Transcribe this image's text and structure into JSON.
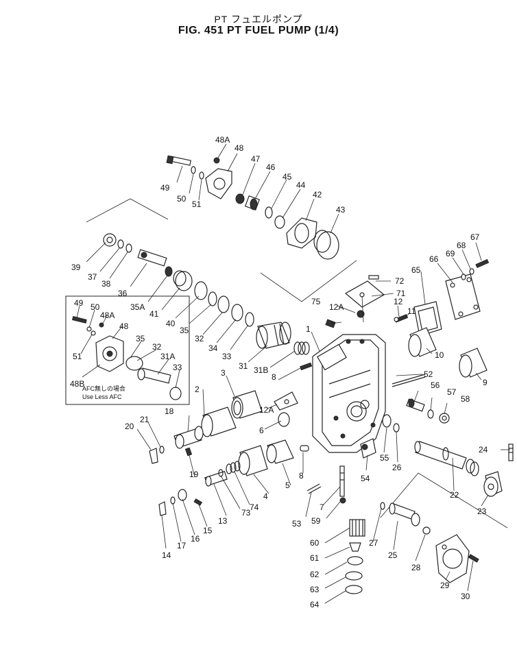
{
  "title": {
    "japanese": "PT フュエルポンプ",
    "english": "FIG. 451  PT FUEL PUMP (1/4)"
  },
  "inset_note": {
    "japanese": "AFC無しの場合",
    "english": "Use Less AFC"
  },
  "part_labels": [
    "1",
    "2",
    "3",
    "4",
    "5",
    "6",
    "7",
    "8",
    "8",
    "9",
    "10",
    "11",
    "12",
    "12A",
    "12A",
    "13",
    "14",
    "15",
    "16",
    "17",
    "18",
    "19",
    "20",
    "21",
    "22",
    "23",
    "24",
    "25",
    "26",
    "27",
    "28",
    "29",
    "30",
    "31",
    "31A",
    "31B",
    "32",
    "32",
    "33",
    "33",
    "34",
    "35",
    "35",
    "35A",
    "36",
    "37",
    "38",
    "39",
    "40",
    "41",
    "42",
    "43",
    "44",
    "45",
    "46",
    "47",
    "48",
    "48",
    "48A",
    "48A",
    "48B",
    "49",
    "49",
    "50",
    "50",
    "51",
    "51",
    "52",
    "53",
    "54",
    "55",
    "56",
    "57",
    "58",
    "59",
    "60",
    "61",
    "62",
    "63",
    "64",
    "65",
    "66",
    "67",
    "68",
    "69",
    "71",
    "72",
    "73",
    "74",
    "75"
  ]
}
